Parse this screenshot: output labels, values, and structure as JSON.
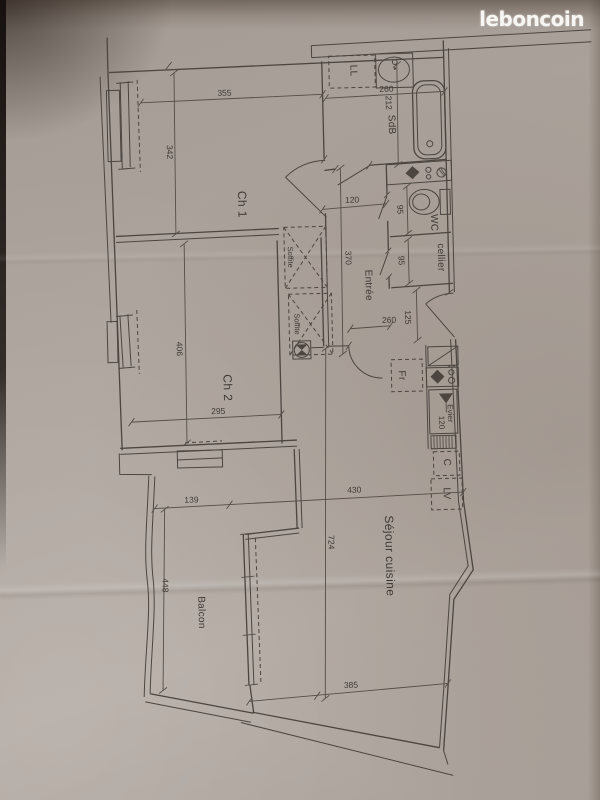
{
  "brand": {
    "logo": "leboncoin"
  },
  "plan": {
    "rooms": {
      "ch1": {
        "label": "Ch 1",
        "dim_w": "355",
        "dim_h": "342"
      },
      "ch2": {
        "label": "Ch 2",
        "dim_w": "295",
        "dim_h": "406"
      },
      "sdb": {
        "label": "SdB",
        "dim_w": "260",
        "dim_h": "212"
      },
      "wc": {
        "label": "WC",
        "dim": "95"
      },
      "cellier": {
        "label": "cellier",
        "dim": "95"
      },
      "entree": {
        "label": "Entrée",
        "dim_len": "370",
        "dim_w": "120",
        "dim_a": "260",
        "dim_b": "125"
      },
      "sejour": {
        "label": "Séjour cuisine",
        "dim_w": "430",
        "dim_h": "724",
        "dim_bottom": "385"
      },
      "balcon": {
        "label": "Balcon",
        "dim_w": "139",
        "dim_h": "448"
      },
      "soffite_a": {
        "label": "Soffite"
      },
      "soffite_b": {
        "label": "Soffite"
      }
    },
    "fixtures": {
      "washing_machine": "LL",
      "fridge": "Fr",
      "cooker": "C",
      "dishwasher": "LV",
      "sink": {
        "label": "Evier",
        "dim": "120"
      }
    }
  }
}
